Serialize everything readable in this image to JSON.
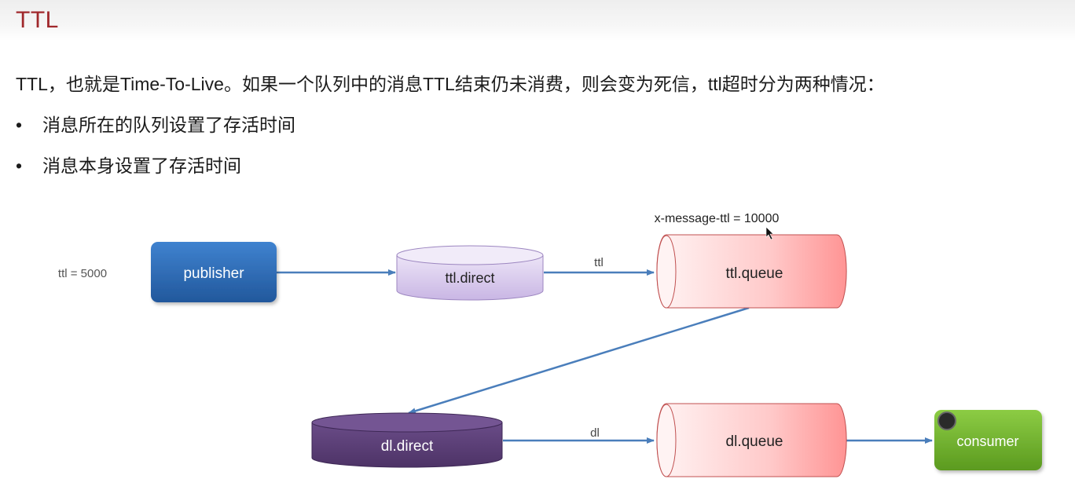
{
  "slide": {
    "title": "TTL",
    "intro": "TTL，也就是Time-To-Live。如果一个队列中的消息TTL结束仍未消费，则会变为死信，ttl超时分为两种情况：",
    "bullets": [
      "消息所在的队列设置了存活时间",
      "消息本身设置了存活时间"
    ]
  },
  "diagram": {
    "publisher_ttl_label": "ttl = 5000",
    "queue_ttl_label": "x-message-ttl = 10000",
    "publisher_label": "publisher",
    "ttl_exchange_label": "ttl.direct",
    "ttl_routing_key": "ttl",
    "ttl_queue_label": "ttl.queue",
    "dl_exchange_label": "dl.direct",
    "dl_routing_key": "dl",
    "dl_queue_label": "dl.queue",
    "consumer_label": "consumer"
  },
  "colors": {
    "title": "#a0282c",
    "arrow": "#4a7ebb",
    "publisher": "#2f6cb5",
    "ttl_exchange": "#ddd0f0",
    "dl_exchange": "#5d4177",
    "queue": "#ffd6d6",
    "consumer": "#74b52e"
  }
}
